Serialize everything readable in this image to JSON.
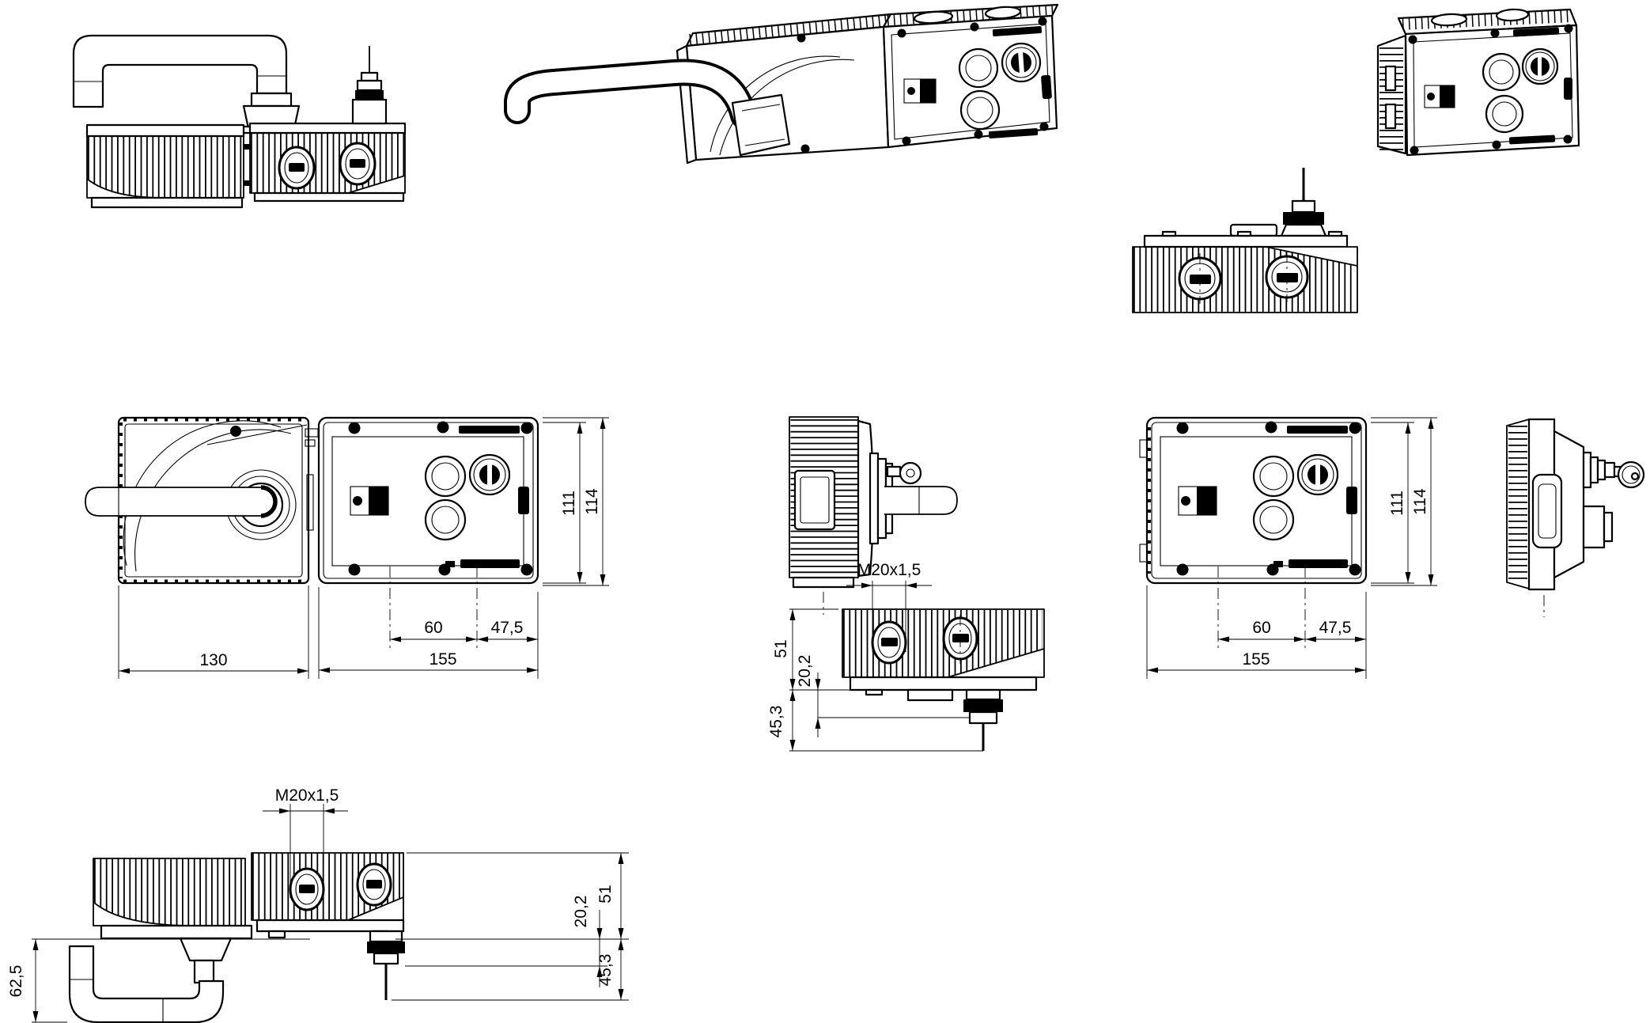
{
  "dims": {
    "plan_left": {
      "handle_width": "130",
      "switch_width": "155",
      "entry_spacing": "60",
      "entry_to_edge": "47,5",
      "body_height": "111",
      "overall_height": "114"
    },
    "plan_right": {
      "entry_spacing": "60",
      "entry_to_edge": "47,5",
      "switch_width": "155",
      "body_height": "111",
      "overall_height": "114"
    },
    "bottom_left": {
      "thread": "M20x1,5",
      "handle_drop": "62,5",
      "offset": "20,2",
      "height": "51",
      "gland": "45,3"
    },
    "bottom_right": {
      "thread": "M20x1,5",
      "height": "51",
      "offset": "20,2",
      "gland": "45,3"
    }
  },
  "colors": {
    "line": "#000000",
    "background": "#ffffff"
  }
}
